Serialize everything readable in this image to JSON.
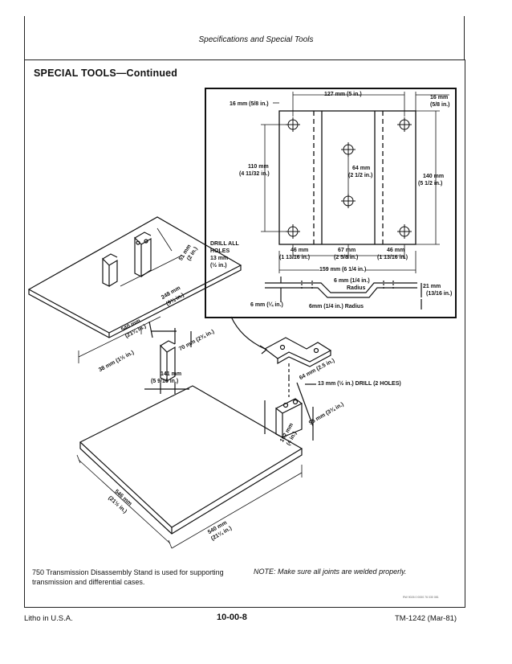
{
  "header": {
    "title": "Specifications and Special Tools"
  },
  "section_title": "SPECIAL TOOLS—Continued",
  "plate_dims": {
    "width_127": "127 mm (5 in.)",
    "edge_16_left": "16 mm (5/8 in.)",
    "edge_16_right_mm": "16 mm",
    "edge_16_right_in": "(5/8 in.)",
    "h110_mm": "110 mm",
    "h110_in": "(4 11/32 in.)",
    "h64_mm": "64 mm",
    "h64_in": "(2 1/2 in.)",
    "h140_mm": "140 mm",
    "h140_in": "(5 1/2 in.)",
    "w46a_mm": "46 mm",
    "w46a_in": "(1 13/16 in.)",
    "w67_mm": "67 mm",
    "w67_in": "(2 5/8 in.)",
    "w46b_mm": "46 mm",
    "w46b_in": "(1 13/16 in.)",
    "w159": "159 mm (6 1/4 in.)",
    "bend_6": "6 mm (1/4 in.)",
    "radius_word": "Radius",
    "t21_mm": "21 mm",
    "t21_in": "(13/16 in.)",
    "thick_6": "6 mm (¼ in.)",
    "radius_6": "6mm (1/4 in.) Radius"
  },
  "drill_note": {
    "line1": "DRILL ALL",
    "line2": "HOLES",
    "line3": "13 mm",
    "line4": "(½ in.)"
  },
  "stand_dims": {
    "d51": "51 mm",
    "d51_in": "(2 in.)",
    "d248": "248 mm",
    "d248_in": "(9¾ in.)",
    "d540a": "540 mm",
    "d540a_in": "(21¼ in.)",
    "d38": "38 mm (1½ in.)",
    "d70": "70 mm (2¾ in.)",
    "d141_mm": "141 mm",
    "d141_in": "(5 9/16 in.)"
  },
  "bracket_dims": {
    "d64": "64 mm (2.5 in.)",
    "drill": "13 mm (½ in.) DRILL (2 HOLES)",
    "d95": "95 mm (3¾ in.)",
    "d102": "102 mm",
    "d102_in": "(4 in.)"
  },
  "plate2_dims": {
    "d546": "546 mm",
    "d546_in": "(21½ in.)",
    "d540b": "540 mm",
    "d540b_in": "(21¼ in.)"
  },
  "caption": "750 Transmission Disassembly Stand is used for supporting transmission and differential cases.",
  "note": "NOTE: Make sure all joints are welded properly.",
  "small_ref": "RW 9026 0 0000 76 030 081",
  "footer": {
    "left": "Litho in U.S.A.",
    "center": "10-00-8",
    "right": "TM-1242 (Mar-81)"
  }
}
